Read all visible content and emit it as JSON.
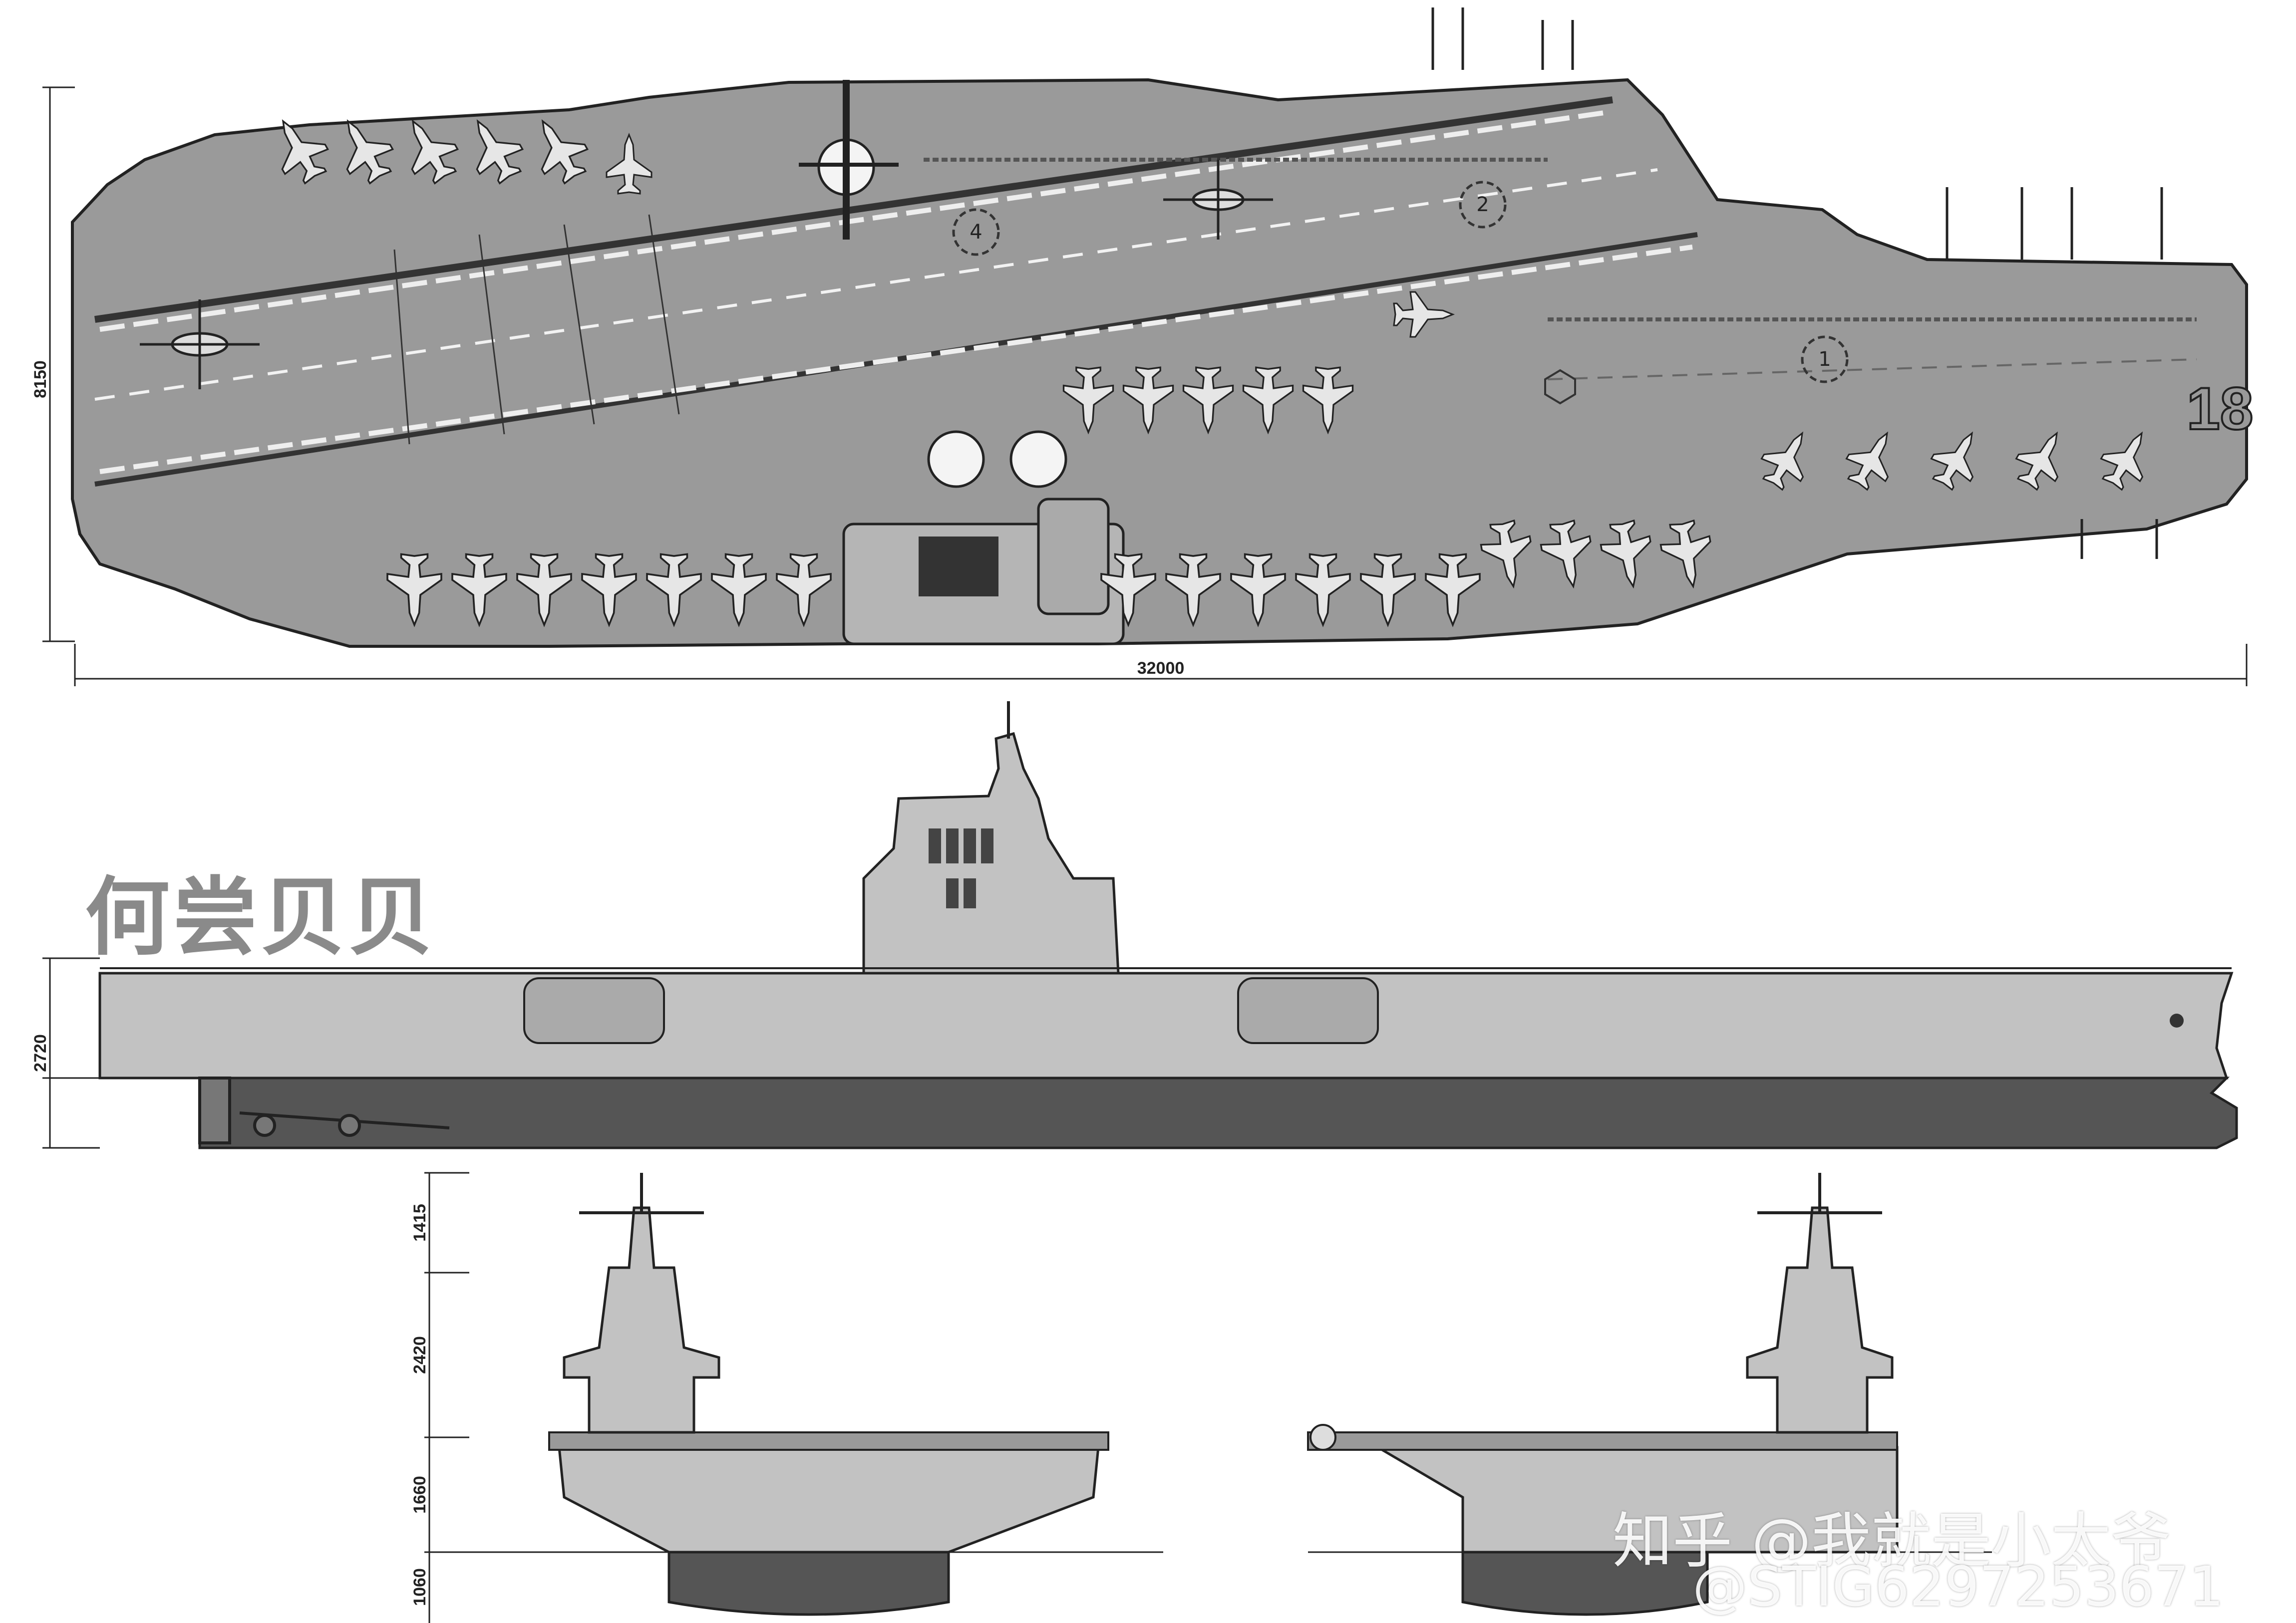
{
  "dimensions": {
    "length": "32000",
    "beam": "8150",
    "hull_height": "2720",
    "mast_upper": "1415",
    "island": "2420",
    "hull_upper": "1660",
    "draft": "1060"
  },
  "deck_spot_labels": [
    "4",
    "2",
    "1"
  ],
  "bow_hull_number": "18",
  "watermarks": {
    "author": "何尝贝贝",
    "zhihu": "知乎 @我就是小太爷",
    "weibo": "@STIG6297253671"
  },
  "colors": {
    "deck": "#9a9a9a",
    "hull": "#c2c2c2",
    "below_water": "#555555",
    "line": "#222222",
    "aircraft": "#e6e6e6"
  }
}
